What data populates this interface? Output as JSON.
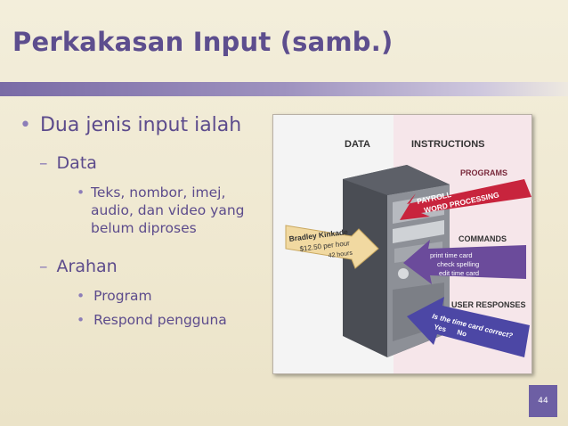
{
  "slide": {
    "title": "Perkakasan Input (samb.)",
    "page_number": "44",
    "bullets": {
      "level1": "Dua jenis input ialah",
      "data_label": "Data",
      "data_sub": "Teks, nombor, imej, audio, dan video yang belum diproses",
      "data_sub_lines": [
        "Teks, nombor, imej,",
        "audio, dan video yang",
        "belum diproses"
      ],
      "arahan_label": "Arahan",
      "arahan_sub1": "Program",
      "arahan_sub2": "Respond pengguna"
    }
  },
  "figure": {
    "header_data": "DATA",
    "header_instructions": "INSTRUCTIONS",
    "programs_label": "PROGRAMS",
    "programs_arrow": [
      "PAYROLL",
      "WORD PROCESSING"
    ],
    "commands_label": "COMMANDS",
    "commands_arrow": [
      "print time card",
      "check spelling",
      "edit time card"
    ],
    "user_responses_label": "USER RESPONSES",
    "user_responses_arrow": [
      "Is the time card correct?",
      "Yes",
      "No"
    ],
    "data_arrow": [
      "Bradley Kinkade",
      "$12.50 per hour",
      "42 hours"
    ]
  }
}
